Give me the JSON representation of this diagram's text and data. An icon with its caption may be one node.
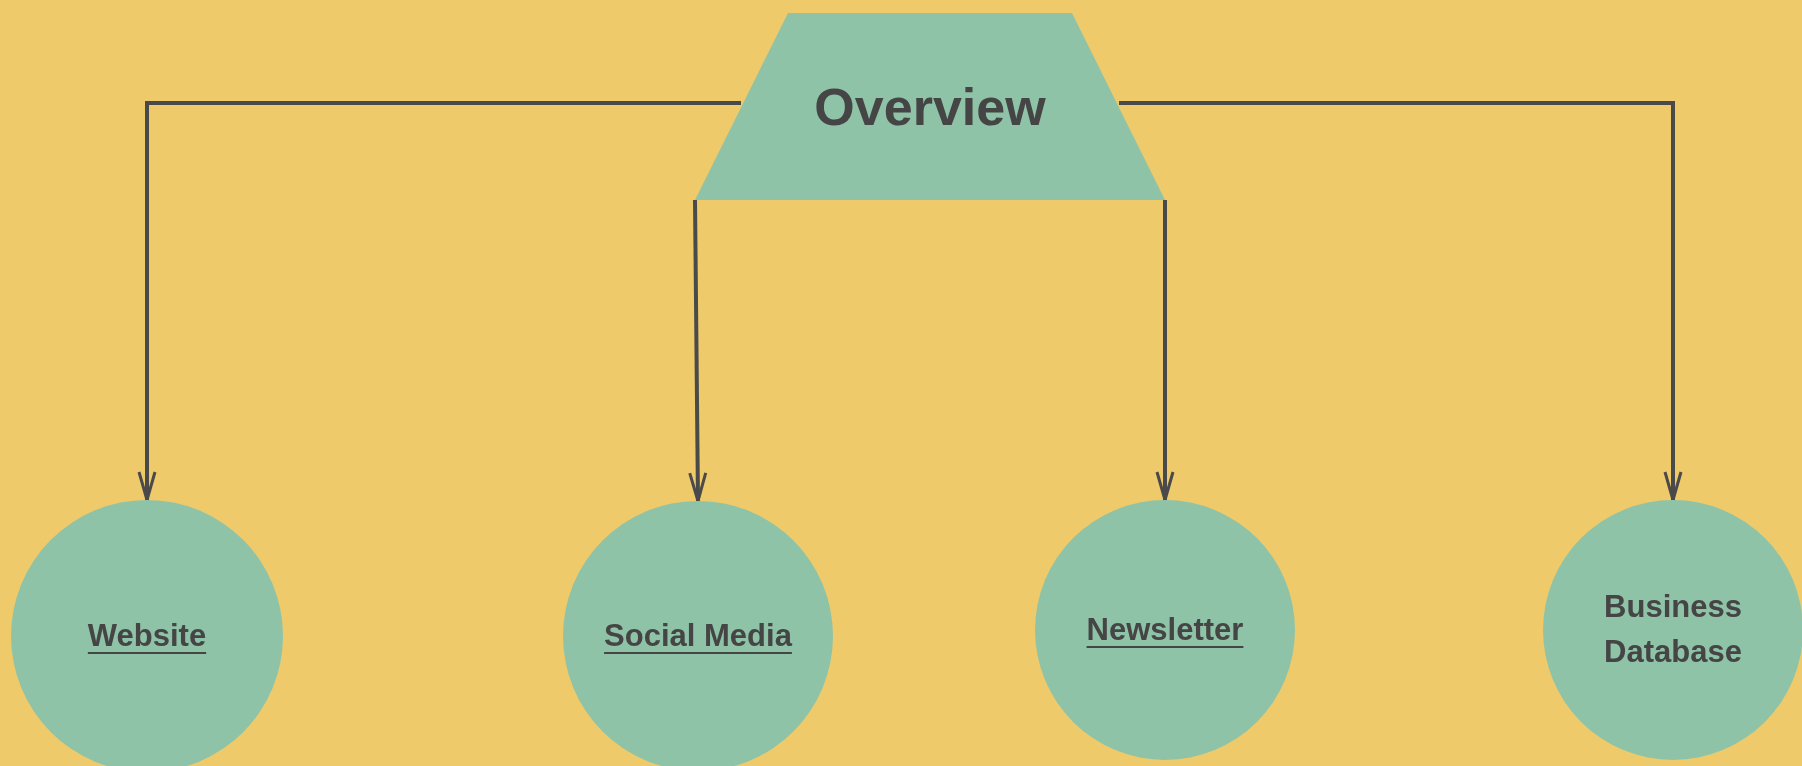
{
  "diagram": {
    "nodes": [
      {
        "text": [
          "Overview"
        ]
      },
      {
        "text": [
          "Website"
        ]
      },
      {
        "text": [
          "Social Media"
        ]
      },
      {
        "text": [
          "Newsletter"
        ]
      },
      {
        "text": [
          "Business Database"
        ]
      }
    ],
    "edges": [
      {
        "from": 0,
        "to": 1,
        "arrow": "to"
      },
      {
        "from": 0,
        "to": 2,
        "arrow": "to"
      },
      {
        "from": 0,
        "to": 3,
        "arrow": "to"
      },
      {
        "from": 0,
        "to": 4,
        "arrow": "to"
      }
    ]
  }
}
